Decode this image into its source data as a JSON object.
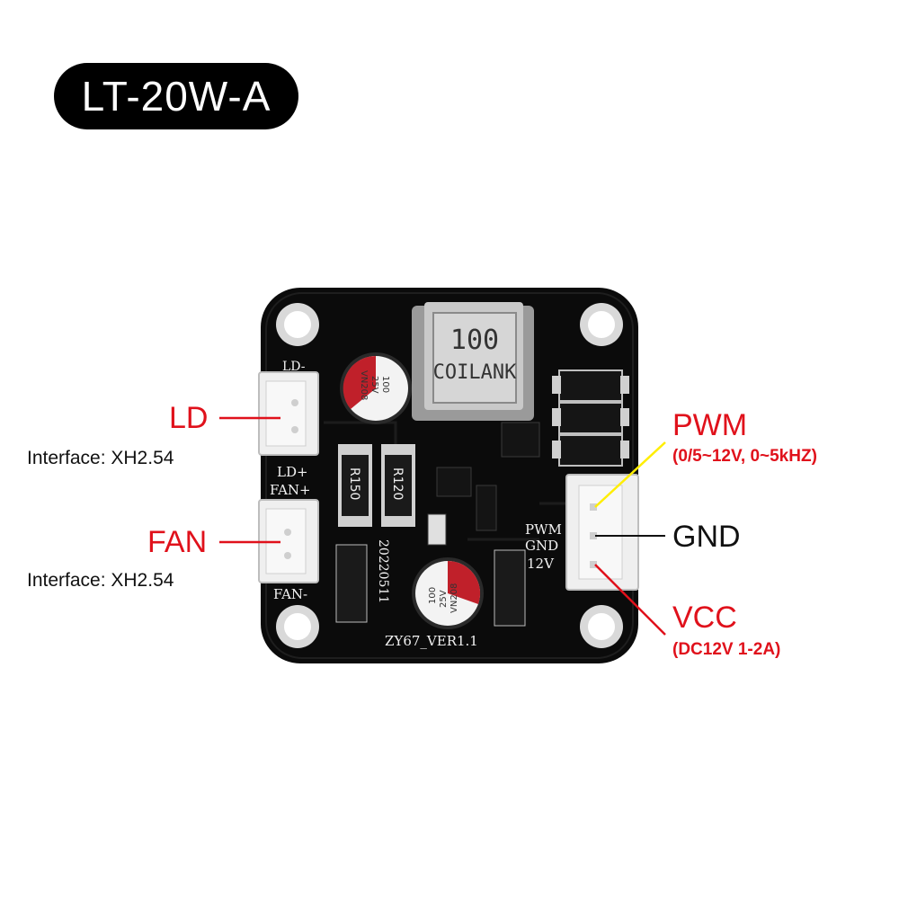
{
  "title": "LT-20W-A",
  "labels": {
    "ld": "LD",
    "ld_interface": "Interface: XH2.54",
    "fan": "FAN",
    "fan_interface": "Interface: XH2.54",
    "pwm": "PWM",
    "pwm_spec": "(0/5~12V, 0~5kHZ)",
    "gnd": "GND",
    "vcc": "VCC",
    "vcc_spec": "(DC12V 1-2A)"
  },
  "silkscreen": {
    "ld_minus": "LD-",
    "ld_plus": "LD+",
    "fan_plus": "FAN+",
    "fan_minus": "FAN-",
    "pwm": "PWM",
    "gnd": "GND",
    "v12": "12V",
    "date": "20220511",
    "version": "ZY67_VER1.1",
    "inductor_value": "100",
    "inductor_brand": "COILANK",
    "resistor1": "R150",
    "resistor2": "R120",
    "cap1_lines": [
      "100",
      "25V",
      "VN208"
    ],
    "cap2_lines": [
      "100",
      "25V",
      "VN208"
    ]
  },
  "colors": {
    "accent_red": "#e0111b",
    "pwm_line": "#ffee00",
    "board": "#0c0c0c"
  }
}
